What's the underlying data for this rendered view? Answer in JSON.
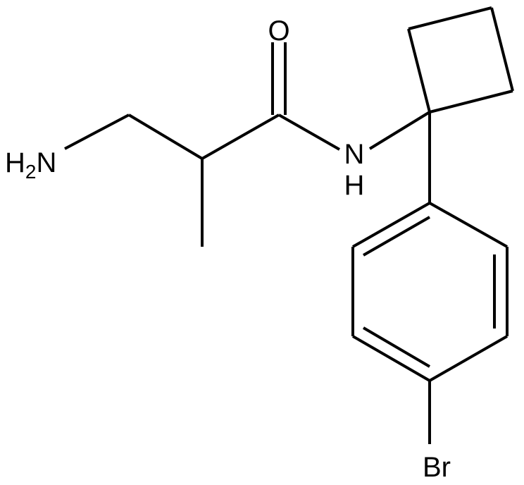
{
  "atoms": {
    "amine": {
      "symbol": "H",
      "subscript": "2",
      "element": "N"
    },
    "oxygen": "O",
    "amide_n": "N",
    "amide_h": "H",
    "bromine": "Br"
  },
  "colors": {
    "bond": "#000000",
    "label": "#000000",
    "background": "#ffffff"
  }
}
